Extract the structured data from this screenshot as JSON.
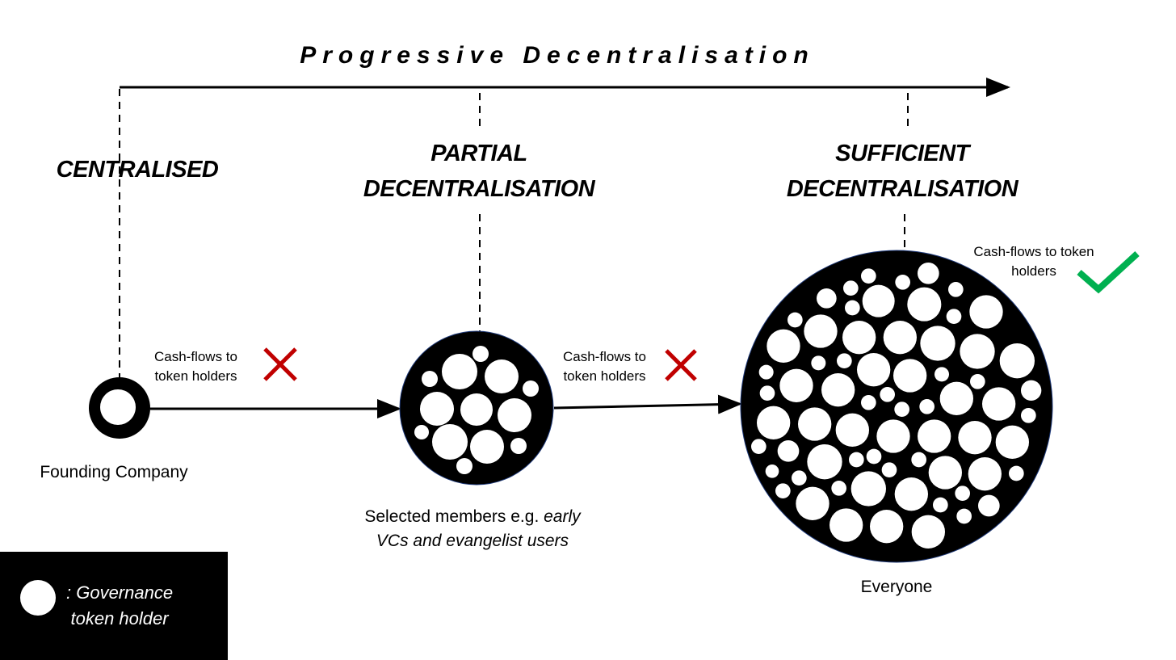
{
  "title": "Progressive Decentralisation",
  "stages": [
    {
      "heading": "CENTRALISED",
      "caption": "Founding Company"
    },
    {
      "heading_line1": "PARTIAL",
      "heading_line2": "DECENTRALISATION",
      "caption_line1": "Selected members e.g.",
      "caption_line1_italic": "early",
      "caption_line2": "VCs and evangelist users"
    },
    {
      "heading_line1": "SUFFICIENT",
      "heading_line2": "DECENTRALISATION",
      "caption": "Everyone"
    }
  ],
  "cashflow_labels": [
    {
      "line1": "Cash-flows to",
      "line2": "token holders",
      "status": "cross-icon"
    },
    {
      "line1": "Cash-flows to",
      "line2": "token holders",
      "status": "cross-icon"
    },
    {
      "line1": "Cash-flows to token",
      "line2": "holders",
      "status": "check-icon"
    }
  ],
  "legend": {
    "line1": ": Governance",
    "line2": "token holder"
  },
  "colors": {
    "cross": "#c00000",
    "check": "#00b050",
    "fill": "#000000"
  }
}
